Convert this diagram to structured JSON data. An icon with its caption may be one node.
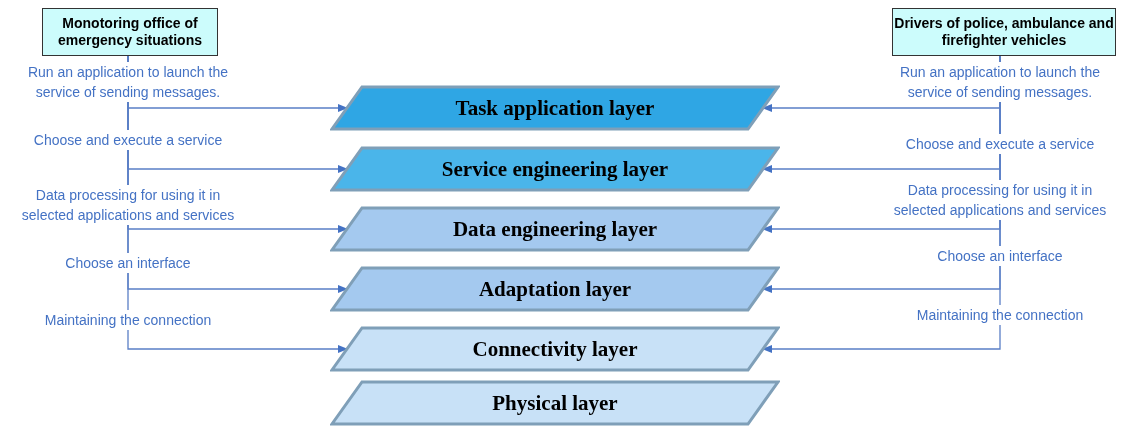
{
  "diagram": {
    "nodes": [
      {
        "text": [
          "Monotoring office of emergency situations"
        ]
      },
      {
        "text": [
          "Drivers of police, ambulance and firefighter vehicles"
        ]
      },
      {
        "text": [
          "Task application layer"
        ]
      },
      {
        "text": [
          "Service engineering layer"
        ]
      },
      {
        "text": [
          "Data engineering layer"
        ]
      },
      {
        "text": [
          "Adaptation layer"
        ]
      },
      {
        "text": [
          "Connectivity layer"
        ]
      },
      {
        "text": [
          "Physical layer"
        ]
      }
    ],
    "edges": [
      {
        "from": 0,
        "to": 2,
        "arrow": "to",
        "label": "Run an application to launch the service of sending messages."
      },
      {
        "from": 0,
        "to": 3,
        "arrow": "to",
        "label": "Choose and execute a service"
      },
      {
        "from": 0,
        "to": 4,
        "arrow": "to",
        "label": "Data processing for using it in selected applications and services"
      },
      {
        "from": 0,
        "to": 5,
        "arrow": "to",
        "label": "Choose an interface"
      },
      {
        "from": 0,
        "to": 6,
        "arrow": "to",
        "label": "Maintaining the connection"
      },
      {
        "from": 1,
        "to": 2,
        "arrow": "to",
        "label": "Run an application to launch the service of sending messages."
      },
      {
        "from": 1,
        "to": 3,
        "arrow": "to",
        "label": "Choose and execute a service"
      },
      {
        "from": 1,
        "to": 4,
        "arrow": "to",
        "label": "Data processing for using it in selected applications and services"
      },
      {
        "from": 1,
        "to": 5,
        "arrow": "to",
        "label": "Choose an interface"
      },
      {
        "from": 1,
        "to": 6,
        "arrow": "to",
        "label": "Maintaining the connection"
      }
    ]
  }
}
